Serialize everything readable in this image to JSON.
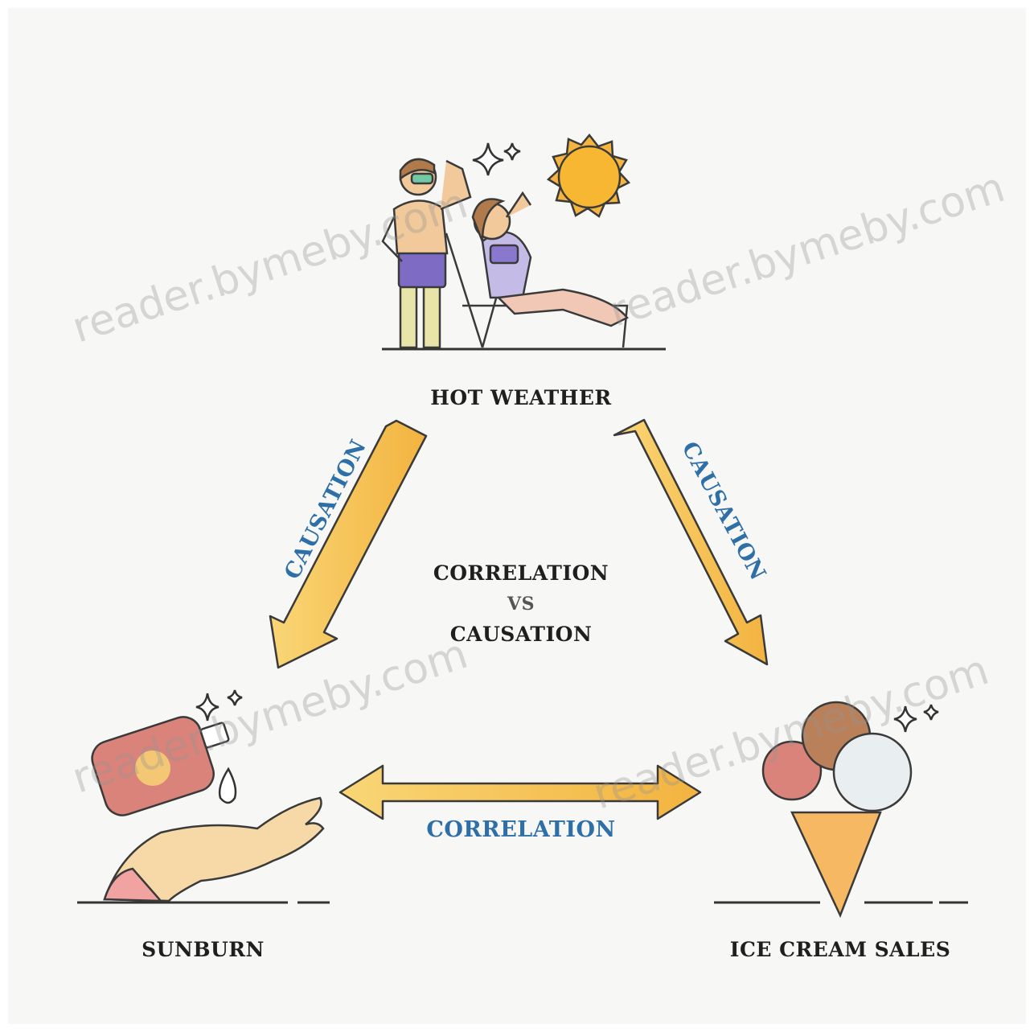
{
  "nodes": {
    "top": "HOT WEATHER",
    "left": "SUNBURN",
    "right": "ICE CREAM SALES"
  },
  "center": {
    "line1": "CORRELATION",
    "vs": "VS",
    "line2": "CAUSATION"
  },
  "edges": {
    "left_label": "CAUSATION",
    "right_label": "CAUSATION",
    "bottom_label": "CORRELATION"
  },
  "watermarks": [
    "reader.bymeby.com",
    "reader.bymeby.com",
    "reader.bymeby.com",
    "reader.bymeby.com"
  ],
  "colors": {
    "arrow_fill": "#f7c653",
    "arrow_stroke": "#3a3a3a",
    "label_blue": "#2f6fa8",
    "sun": "#f5b340",
    "background": "#f7f7f6"
  },
  "icons": [
    "sun-icon",
    "sparkle-icon",
    "people-sunbathing-illustration",
    "sunscreen-hand-illustration",
    "ice-cream-cone-illustration"
  ]
}
